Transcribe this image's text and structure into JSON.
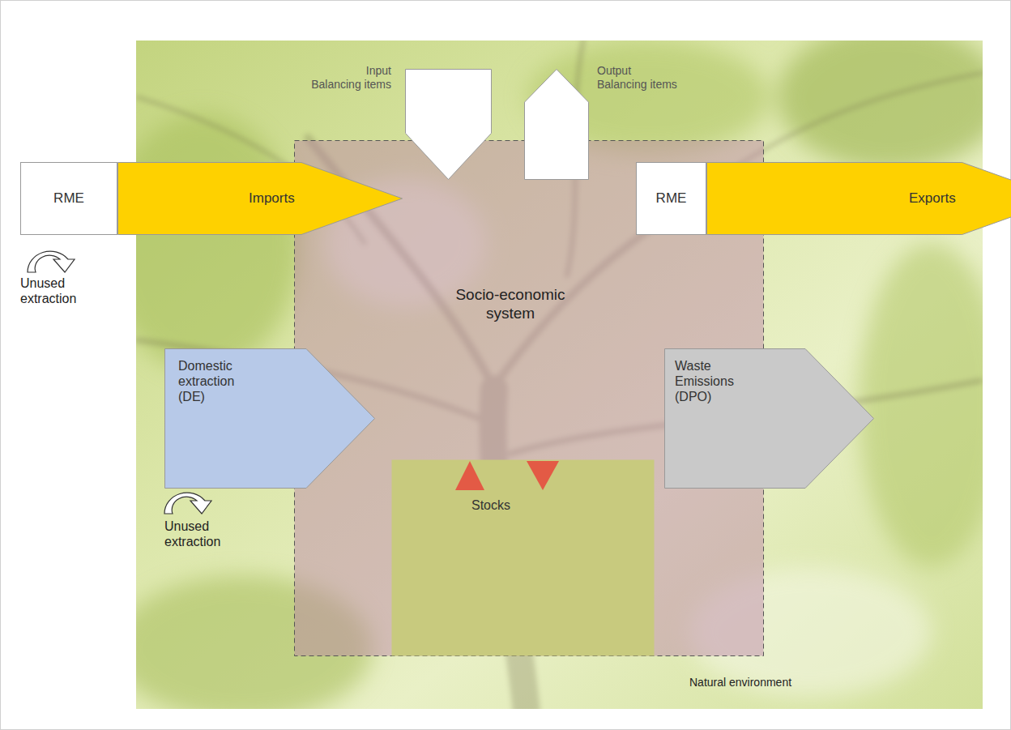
{
  "diagram": {
    "nodes": [
      {
        "text": [
          "Natural environment"
        ]
      },
      {
        "text": [
          "Input Balancing items"
        ],
        "in": 0
      },
      {
        "text": [
          "Output Balancing items"
        ],
        "in": 0
      },
      {
        "text": [
          "RME"
        ]
      },
      {
        "text": [
          "Imports"
        ]
      },
      {
        "text": [
          "RME"
        ]
      },
      {
        "text": [
          "Exports"
        ]
      },
      {
        "text": [
          "Socio-economic system"
        ],
        "in": 0
      },
      {
        "text": [
          "Domestic extraction (DE)"
        ],
        "in": 0
      },
      {
        "text": [
          "Waste Emissions (DPO)"
        ],
        "in": 0
      },
      {
        "text": [
          "Stocks"
        ],
        "in": 7
      }
    ],
    "labels": [
      "Unused extraction",
      "Unused extraction"
    ]
  }
}
